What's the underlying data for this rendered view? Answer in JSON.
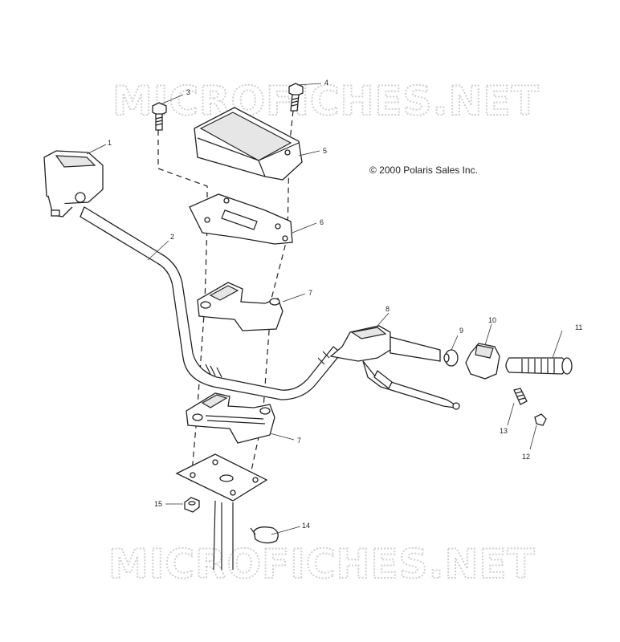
{
  "copyright": "© 2000 Polaris Sales Inc.",
  "watermark": "MICROFICHES.NET",
  "callouts": [
    "1",
    "2",
    "3",
    "4",
    "5",
    "6",
    "7",
    "7",
    "8",
    "9",
    "10",
    "11",
    "12",
    "13",
    "14",
    "15"
  ],
  "colors": {
    "line": "#222222",
    "watermark": "#d0d0d0",
    "background": "#ffffff"
  }
}
